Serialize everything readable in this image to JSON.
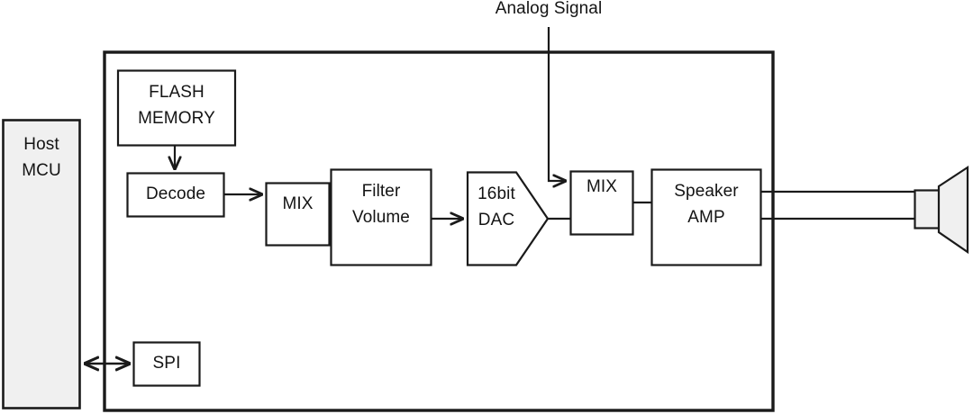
{
  "diagram": {
    "title_annotation": "Analog Signal",
    "colors": {
      "stroke": "#1a1a1a",
      "fill_white": "#ffffff",
      "fill_gray": "#f0f0f0",
      "text": "#141414"
    },
    "external_blocks": [
      {
        "id": "host-mcu",
        "label_line1": "Host",
        "label_line2": "MCU",
        "fill": "#f0f0f0"
      },
      {
        "id": "speaker",
        "label": "speaker-icon",
        "fill": "#f0f0f0"
      }
    ],
    "chip": {
      "id": "audio-chip",
      "blocks": [
        {
          "id": "flash-memory",
          "label_line1": "FLASH",
          "label_line2": "MEMORY"
        },
        {
          "id": "decode",
          "label": "Decode"
        },
        {
          "id": "mix-1",
          "label": "MIX"
        },
        {
          "id": "filter-volume",
          "label_line1": "Filter",
          "label_line2": "Volume"
        },
        {
          "id": "dac",
          "label_line1": "16bit",
          "label_line2": "DAC"
        },
        {
          "id": "mix-2",
          "label": "MIX"
        },
        {
          "id": "speaker-amp",
          "label_line1": "Speaker",
          "label_line2": "AMP"
        },
        {
          "id": "spi",
          "label": "SPI"
        }
      ]
    },
    "connections": [
      {
        "from": "flash-memory",
        "to": "decode",
        "type": "arrow-down"
      },
      {
        "from": "decode",
        "to": "mix-1",
        "type": "arrow-right"
      },
      {
        "from": "mix-1",
        "to": "filter-volume",
        "type": "line"
      },
      {
        "from": "filter-volume",
        "to": "dac",
        "type": "arrow-right"
      },
      {
        "from": "dac",
        "to": "mix-2",
        "type": "line"
      },
      {
        "from": "analog-signal",
        "to": "mix-2",
        "type": "arrow-right"
      },
      {
        "from": "mix-2",
        "to": "speaker-amp",
        "type": "line"
      },
      {
        "from": "speaker-amp",
        "to": "speaker",
        "type": "двухline"
      },
      {
        "from": "host-mcu",
        "to": "spi",
        "type": "arrow-bidirectional"
      }
    ]
  }
}
